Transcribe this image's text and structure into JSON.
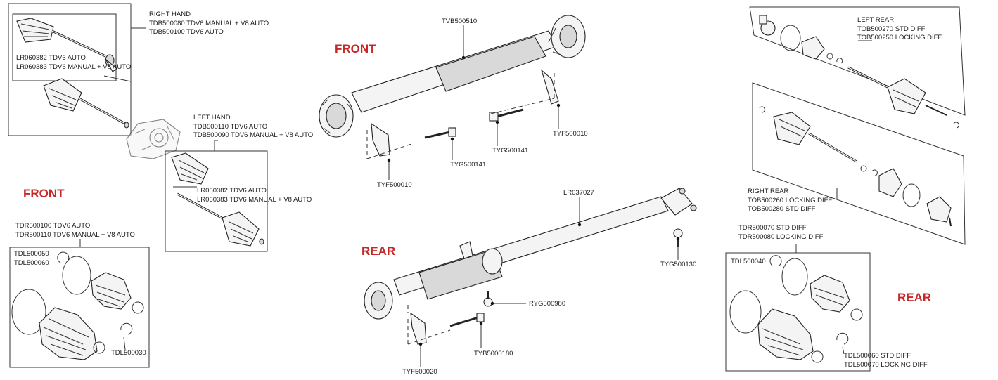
{
  "headers": {
    "front_top": "FRONT",
    "front_left": "FRONT",
    "rear_mid": "REAR",
    "rear_right": "REAR"
  },
  "labels": {
    "right_hand": [
      "RIGHT HAND",
      "TDB500080 TDV6 MANUAL + V8 AUTO",
      "TDB500100 TDV6 AUTO"
    ],
    "lr_inner_1": [
      "LR060382 TDV6 AUTO",
      "LR060383 TDV6 MANUAL + V8 AUTO"
    ],
    "left_hand": [
      "LEFT HAND",
      "TDB500110 TDV6 AUTO",
      "TDB500090 TDV6 MANUAL + V8 AUTO"
    ],
    "lr_inner_2": [
      "LR060382 TDV6 AUTO",
      "LR060383 TDV6 MANUAL + V8 AUTO"
    ],
    "tdr_front": [
      "TDR500100 TDV6 AUTO",
      "TDR500110 TDV6 MANUAL + V8 AUTO"
    ],
    "tdl_front": [
      "TDL500050",
      "TDL500060"
    ],
    "tdl500030": "TDL500030",
    "tvb500510": "TVB500510",
    "tyf500010_a": "TYF500010",
    "tyg500141_a": "TYG500141",
    "tyg500141_b": "TYG500141",
    "tyf500010_b": "TYF500010",
    "lr037027": "LR037027",
    "tyg500130": "TYG500130",
    "ryg500980": "RYG500980",
    "tyb5000180": "TYB5000180",
    "tyf500020": "TYF500020",
    "left_rear": [
      "LEFT REAR",
      "TOB500270 STD DIFF",
      "TOB500250 LOCKING DIFF"
    ],
    "right_rear": [
      "RIGHT REAR",
      "TOB500260 LOCKING DIFF",
      "TOB500280 STD DIFF"
    ],
    "tdr_rear": [
      "TDR500070 STD DIFF",
      "TDR500080 LOCKING DIFF"
    ],
    "tdl500040": "TDL500040",
    "tdl_rear": [
      "TDL500060 STD DIFF",
      "TDL500070 LOCKING DIFF"
    ]
  },
  "colors": {
    "header_red": "#c62828",
    "line": "#333333"
  }
}
